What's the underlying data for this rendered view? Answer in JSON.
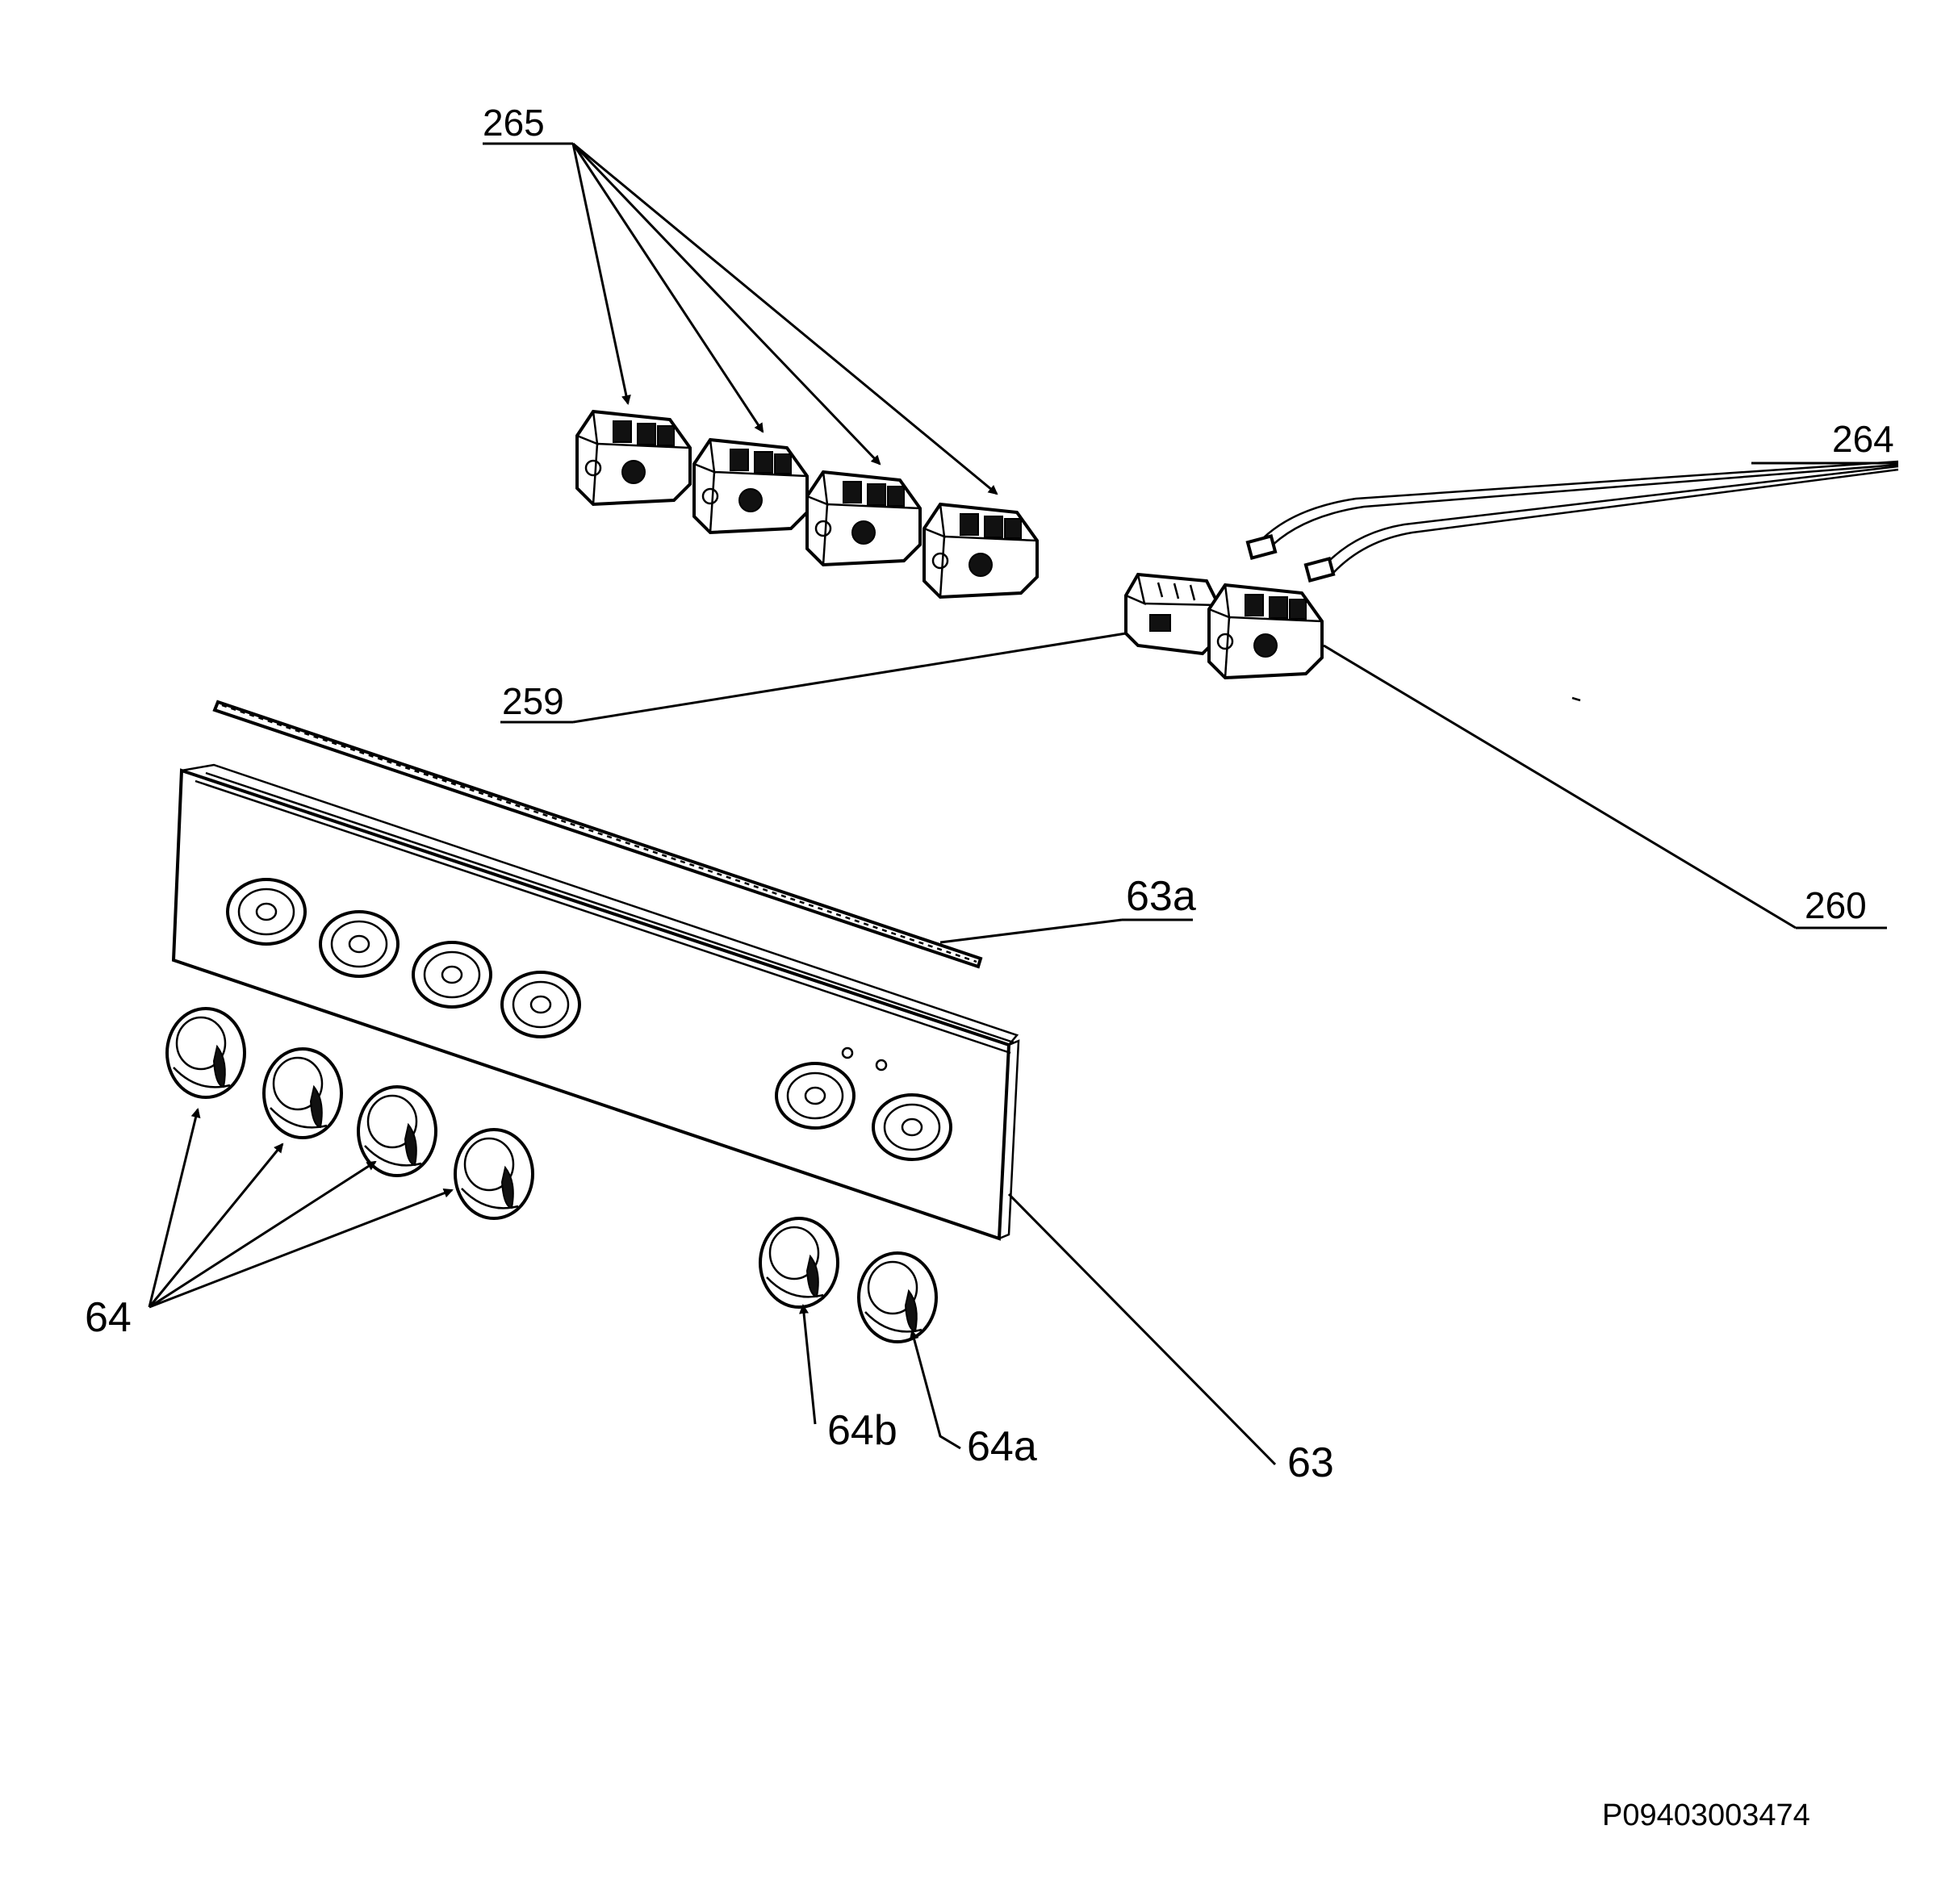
{
  "labels": {
    "l265": "265",
    "l264": "264",
    "l259": "259",
    "l260": "260",
    "l63a": "63a",
    "l63": "63",
    "l64": "64",
    "l64b": "64b",
    "l64a": "64a"
  },
  "drawing_code": "P09403003474"
}
